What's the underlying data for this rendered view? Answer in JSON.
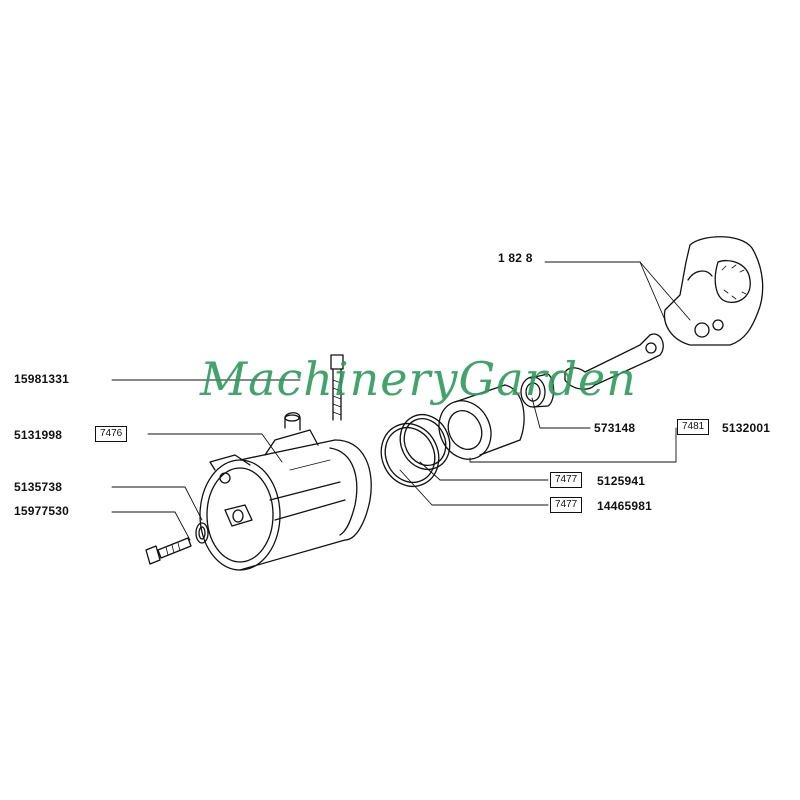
{
  "callouts": {
    "c1828": {
      "part_number": "1 82 8"
    },
    "c15981331": {
      "part_number": "15981331"
    },
    "c5131998": {
      "part_number": "5131998",
      "ref": "7476"
    },
    "c5135738": {
      "part_number": "5135738"
    },
    "c15977530": {
      "part_number": "15977530"
    },
    "c573148": {
      "part_number": "573148"
    },
    "c5132001": {
      "part_number": "5132001",
      "ref": "7481"
    },
    "c5125941": {
      "part_number": "5125941",
      "ref": "7477"
    },
    "c14465981": {
      "part_number": "14465981",
      "ref": "7477"
    }
  },
  "watermark": "MachineryGarden",
  "colors": {
    "line": "#111111",
    "watermark": "#2e9a5c"
  }
}
